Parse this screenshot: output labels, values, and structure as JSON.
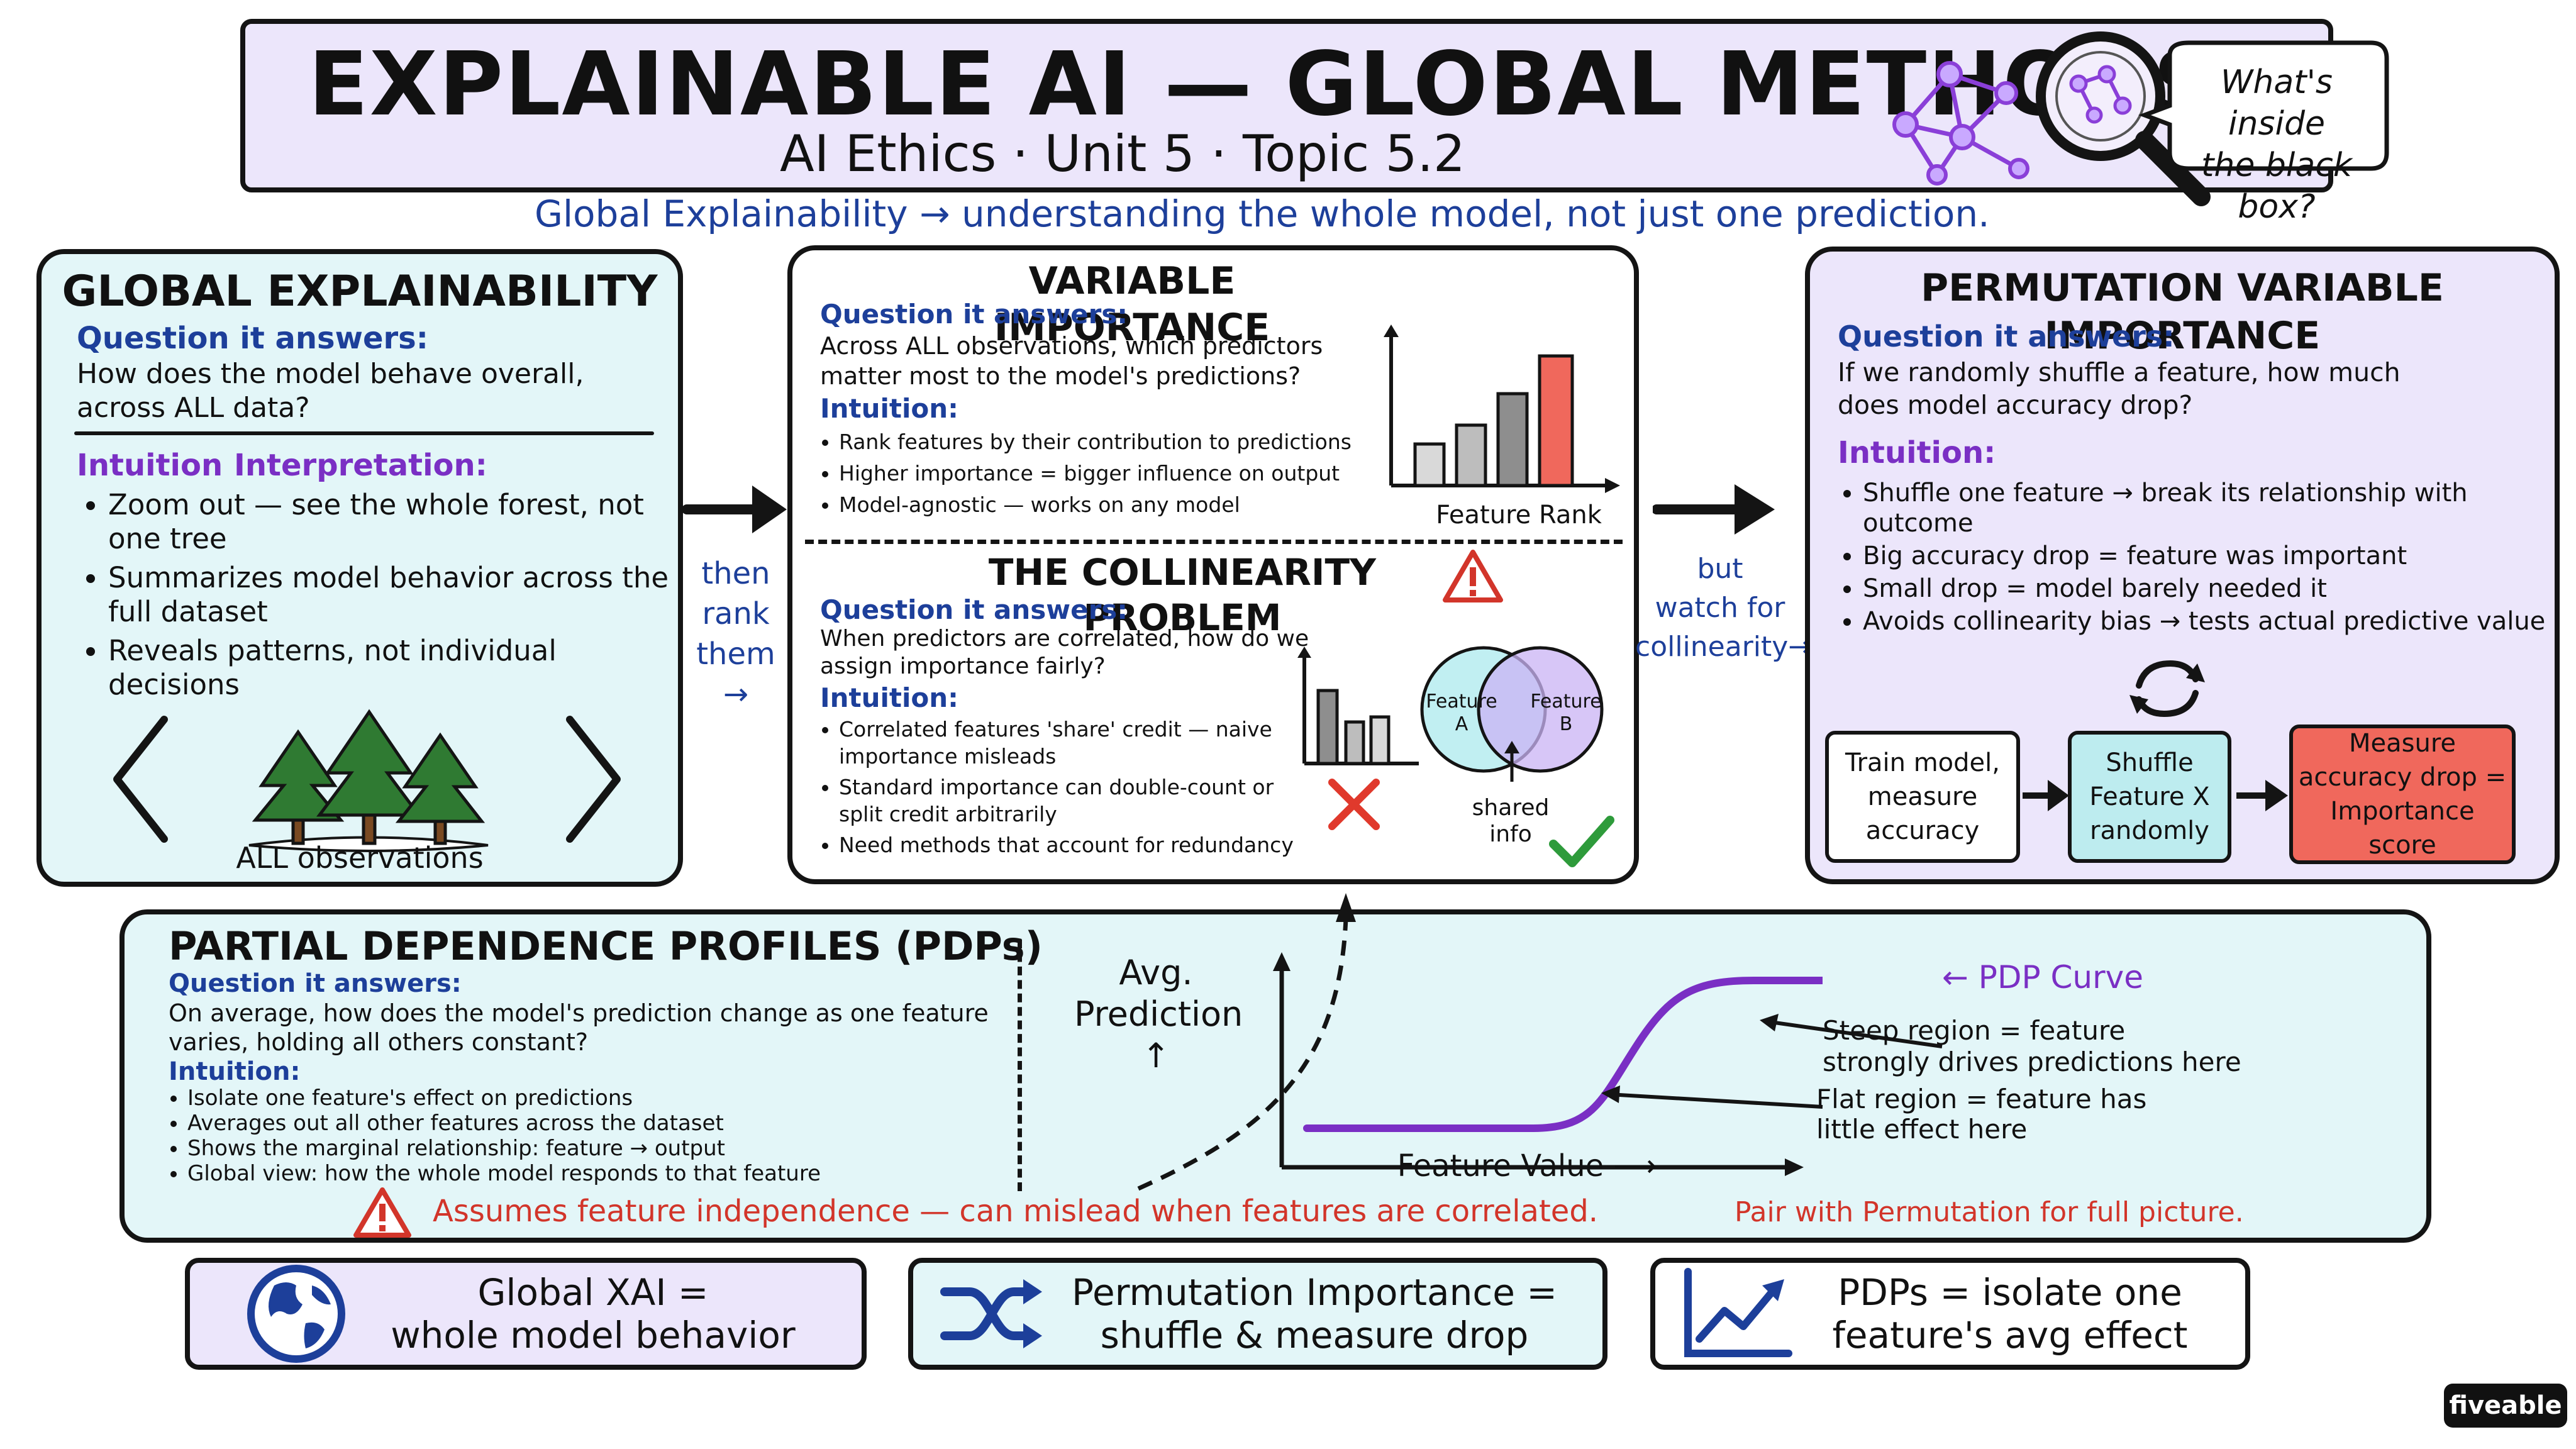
{
  "header": {
    "title": "EXPLAINABLE AI — GLOBAL METHODS",
    "subtitle": "AI Ethics · Unit 5 · Topic 5.2",
    "speech": "What's inside\nthe black box?",
    "tagline": "Global Explainability → understanding the whole model, not just one prediction."
  },
  "global_panel": {
    "title": "GLOBAL EXPLAINABILITY",
    "q_label": "Question it answers:",
    "q_text": "How does the model behave overall, across ALL data?",
    "intuition_label": "Intuition",
    "interp_label": "Interpretation:",
    "bullets": [
      "Zoom out — see the whole forest, not one tree",
      "Summarizes model behavior across the full dataset",
      "Reveals patterns, not individual decisions"
    ],
    "observations": "ALL observations"
  },
  "connector_left": "then\nrank\nthem →",
  "connector_right": "but\nwatch for\ncollinearity→",
  "variable_importance": {
    "title": "VARIABLE IMPORTANCE",
    "q_label": "Question it answers:",
    "q_text": "Across ALL observations, which predictors matter most to the model's predictions?",
    "intuition_label": "Intuition:",
    "bullets": [
      "Rank features by their contribution to predictions",
      "Higher importance = bigger influence on output",
      "Model-agnostic — works on any model"
    ],
    "chart_label": "Feature Rank"
  },
  "collinearity": {
    "title": "THE COLLINEARITY PROBLEM",
    "q_label": "Question it answers:",
    "q_text": "When predictors are correlated, how do we assign importance fairly?",
    "intuition_label": "Intuition:",
    "bullets": [
      "Correlated features 'share' credit — naive importance misleads",
      "Standard importance can double-count or split credit arbitrarily",
      "Need methods that account for redundancy"
    ],
    "venn_a": "Feature\nA",
    "venn_b": "Feature\nB",
    "shared": "shared\ninfo"
  },
  "permutation": {
    "title": "PERMUTATION VARIABLE IMPORTANCE",
    "q_label": "Question it answers:",
    "q_text": "If we randomly shuffle a feature, how much does model accuracy drop?",
    "intuition_label": "Intuition:",
    "bullets": [
      "Shuffle one feature → break its relationship with outcome",
      "Big accuracy drop = feature was important",
      "Small drop = model barely needed it",
      "Avoids collinearity bias → tests actual predictive value"
    ],
    "steps": [
      "Train model,\nmeasure\naccuracy",
      "Shuffle\nFeature X\nrandomly",
      "Measure\naccuracy drop =\nImportance score"
    ]
  },
  "pdp": {
    "title": "PARTIAL DEPENDENCE PROFILES (PDPs)",
    "q_label": "Question it answers:",
    "q_text": "On average, how does the model's prediction change as one feature varies, holding all others constant?",
    "intuition_label": "Intuition:",
    "bullets": [
      "Isolate one feature's effect on predictions",
      "Averages out all other features across the dataset",
      "Shows the marginal relationship: feature → output",
      "Global view: how the whole model responds to that feature"
    ],
    "y_axis": "Avg.\nPrediction\n↑",
    "x_axis": "Feature Value ⟶",
    "curve_label": "← PDP Curve",
    "steep_note": "Steep region = feature\nstrongly drives predictions here",
    "flat_note": "Flat region = feature has\nlittle effect here",
    "warning": "Assumes feature independence — can mislead when features are correlated.",
    "pair_note": "Pair with Permutation for full picture."
  },
  "summary": [
    "Global XAI =\nwhole model behavior",
    "Permutation Importance =\nshuffle & measure drop",
    "PDPs = isolate one\nfeature's avg effect"
  ],
  "brand": "fiveable",
  "colors": {
    "cyan_bg": "#e3f6f8",
    "lavender_bg": "#ece6fb",
    "accent_blue": "#1d3f9a",
    "accent_purple": "#7a2fc4",
    "warn_red": "#d2352a",
    "bar_highlight": "#f0685c"
  },
  "icons": [
    "network-icon",
    "magnifier-icon",
    "tree-icon",
    "warning-icon",
    "cross-icon",
    "check-icon",
    "cycle-icon",
    "globe-icon",
    "shuffle-icon",
    "trend-chart-icon"
  ]
}
